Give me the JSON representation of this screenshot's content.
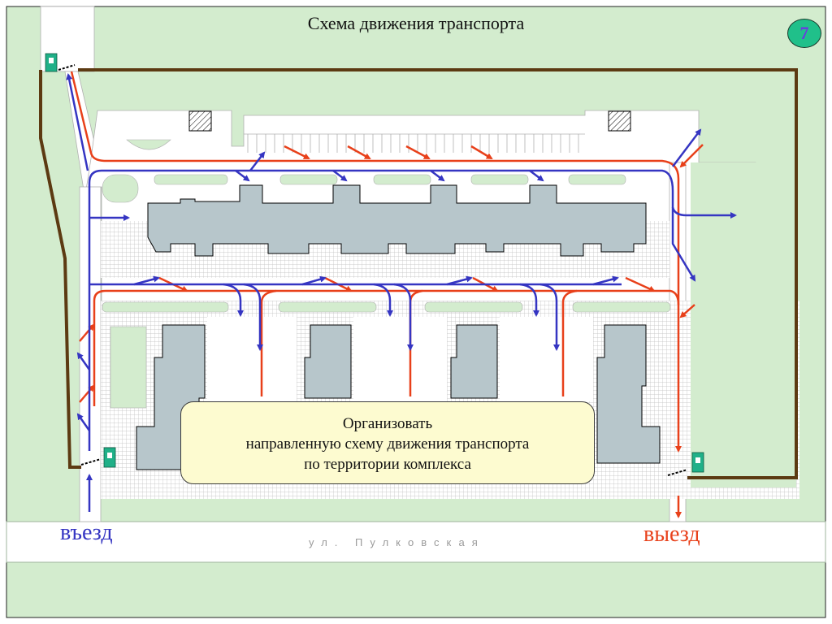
{
  "slide": {
    "title": "Схема движения транспорта",
    "page_number": "7",
    "callout_lines": [
      "Организовать",
      "направленную схему движения транспорта",
      "по территории комплекса"
    ],
    "entry_label": "въезд",
    "exit_label": "выезд",
    "street_label": "ул. Пулковская"
  },
  "legend_colors": {
    "inbound_traffic": "#3535c2",
    "outbound_traffic": "#e8401a",
    "fence": "#5c3a12",
    "lawn": "#d3ecce",
    "building": "#b7c6cb",
    "callout_fill": "#fdfbd0",
    "checkpoint": "#20b088"
  },
  "map_elements": {
    "buildings": [
      "main-long-building",
      "block-1",
      "block-2",
      "block-3",
      "block-4"
    ],
    "checkpoints": [
      "checkpoint-north-west",
      "checkpoint-entry",
      "checkpoint-exit"
    ]
  }
}
